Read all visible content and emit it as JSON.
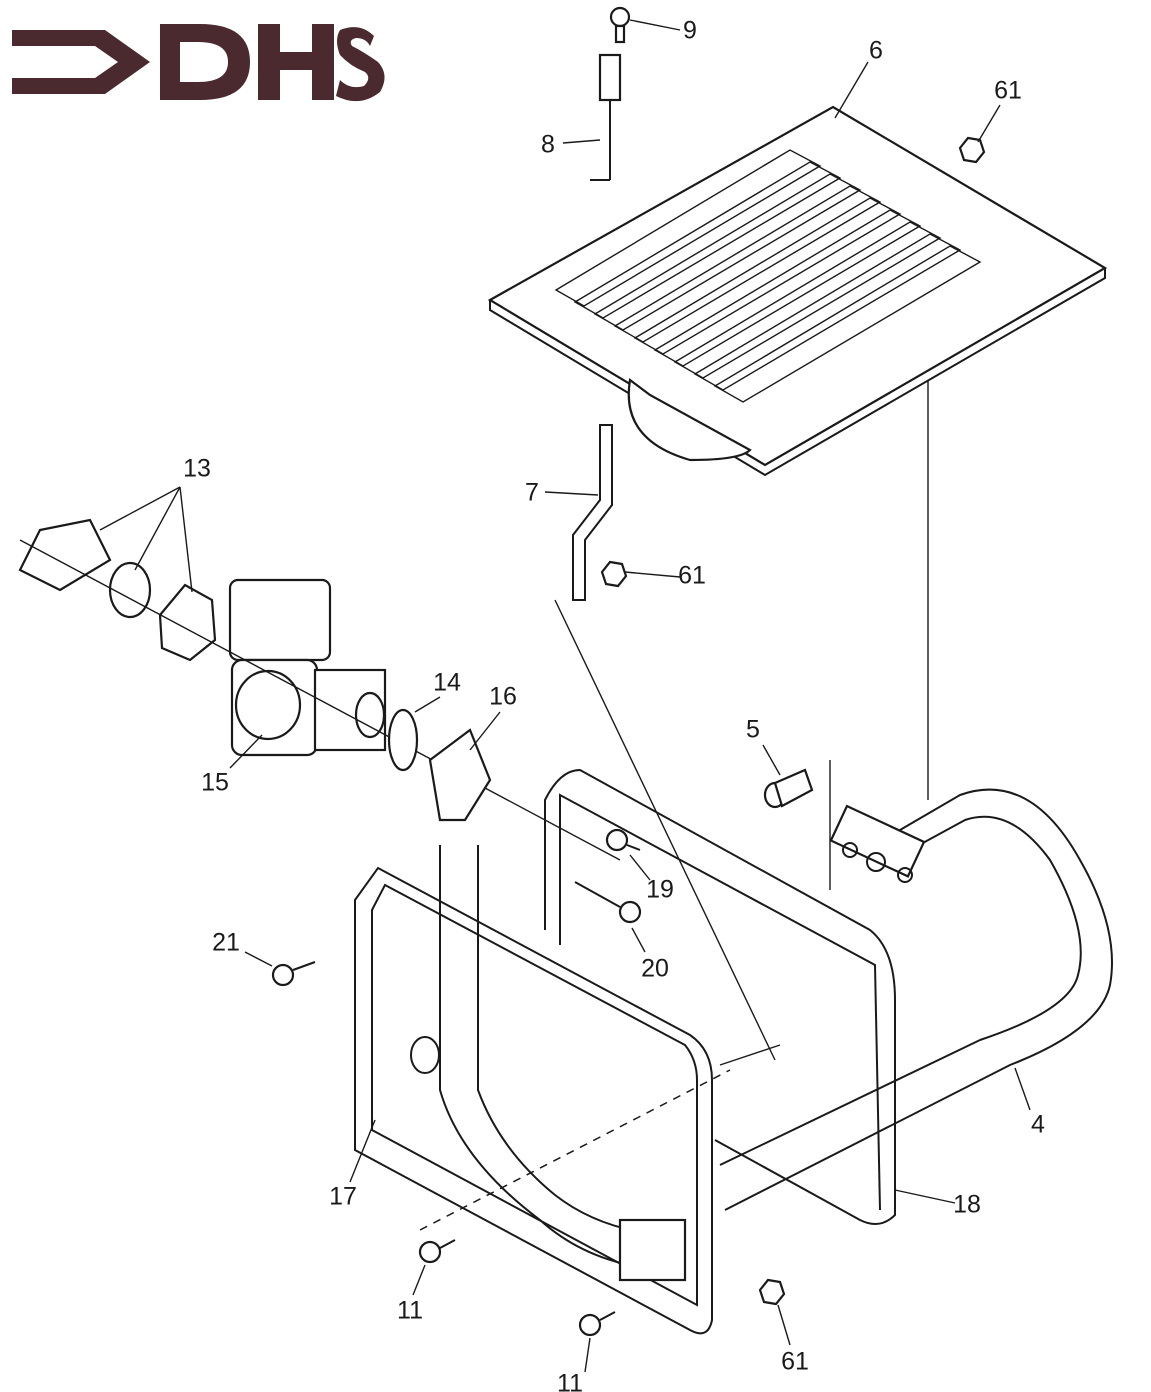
{
  "logo": {
    "text": "DHS",
    "color": "#4a2a2e"
  },
  "labels": [
    "9",
    "6",
    "61",
    "8",
    "13",
    "7",
    "61",
    "14",
    "16",
    "5",
    "15",
    "19",
    "20",
    "21",
    "4",
    "17",
    "18",
    "11",
    "11",
    "61"
  ]
}
